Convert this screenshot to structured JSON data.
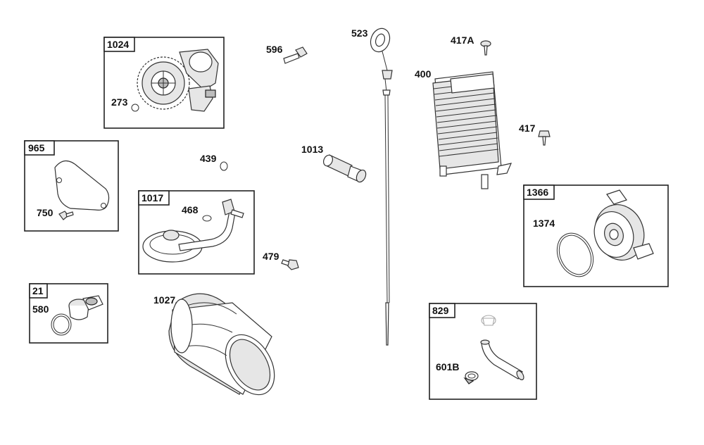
{
  "callouts": {
    "c1024": "1024",
    "c273": "273",
    "c596": "596",
    "c523": "523",
    "c417A": "417A",
    "c400": "400",
    "c417": "417",
    "c965": "965",
    "c750": "750",
    "c439": "439",
    "c1013": "1013",
    "c1017": "1017",
    "c468": "468",
    "c479": "479",
    "c1366": "1366",
    "c1374": "1374",
    "c21": "21",
    "c580": "580",
    "c1027": "1027",
    "c829": "829",
    "c601B": "601B"
  }
}
